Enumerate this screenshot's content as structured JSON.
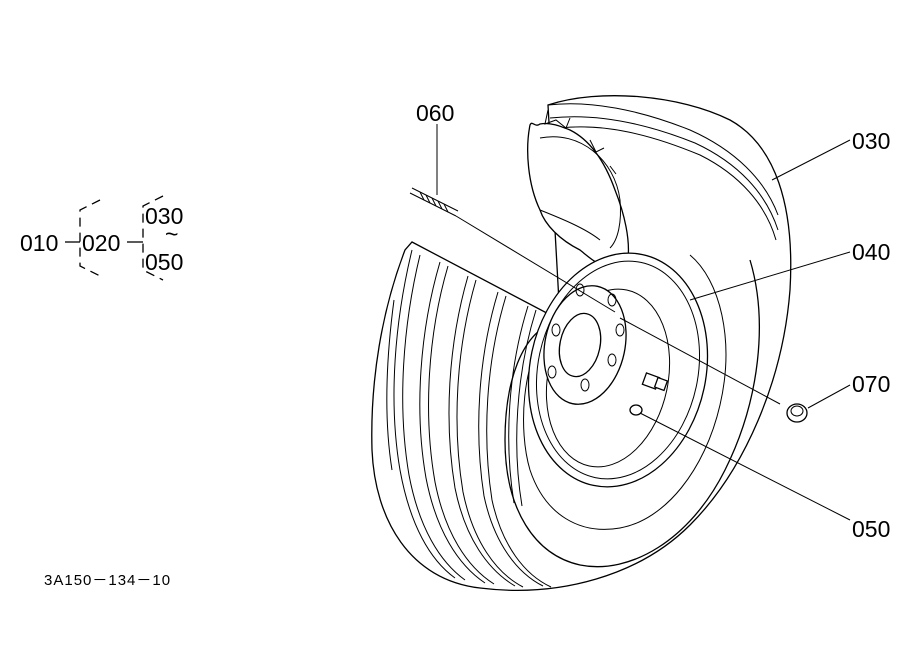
{
  "callouts": {
    "c060": "060",
    "c030": "030",
    "c040": "040",
    "c070": "070",
    "c050": "050"
  },
  "tree": {
    "root": "010",
    "mid": "020",
    "top": "030",
    "tilde": "~",
    "bottom": "050"
  },
  "figure_code": "3A150－134－10"
}
